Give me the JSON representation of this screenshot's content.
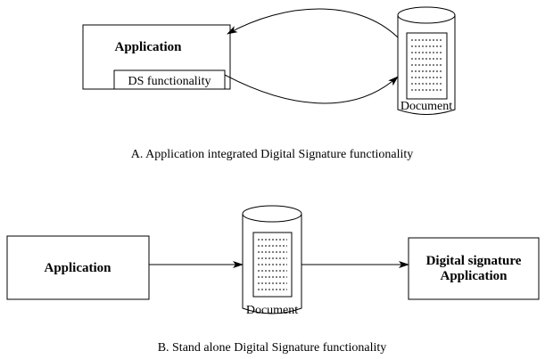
{
  "panel_a": {
    "app_label": "Application",
    "ds_label": "DS functionality",
    "doc_label": "Document",
    "caption": "A. Application integrated Digital Signature functionality"
  },
  "panel_b": {
    "app_label": "Application",
    "doc_label": "Document",
    "ds_app_line1": "Digital signature",
    "ds_app_line2": "Application",
    "caption": "B. Stand alone Digital Signature functionality"
  }
}
